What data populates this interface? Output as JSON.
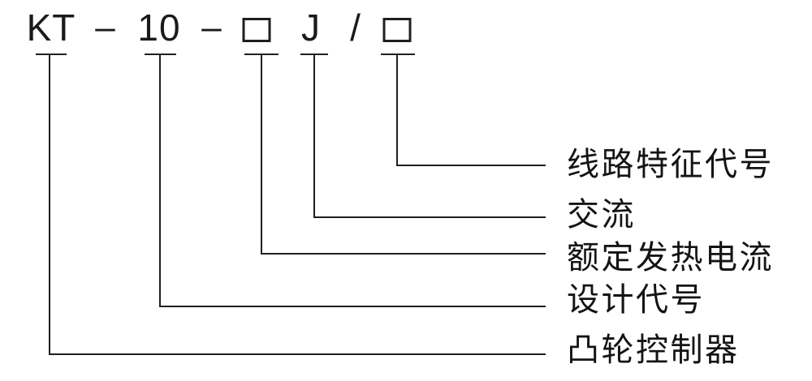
{
  "diagram": {
    "code": {
      "segments": [
        {
          "type": "text",
          "value": "KT"
        },
        {
          "type": "dash",
          "value": "–"
        },
        {
          "type": "text",
          "value": "10"
        },
        {
          "type": "dash",
          "value": "–"
        },
        {
          "type": "box",
          "value": "□"
        },
        {
          "type": "text",
          "value": "J"
        },
        {
          "type": "slash",
          "value": "/"
        },
        {
          "type": "box",
          "value": "□"
        }
      ]
    },
    "legend": {
      "items": [
        {
          "label": "线路特征代号"
        },
        {
          "label": "交流"
        },
        {
          "label": "额定发热电流"
        },
        {
          "label": "设计代号"
        },
        {
          "label": "凸轮控制器"
        }
      ]
    },
    "colors": {
      "line": "#1f1f1f",
      "text": "#1a1a1a",
      "background": "#ffffff"
    }
  }
}
